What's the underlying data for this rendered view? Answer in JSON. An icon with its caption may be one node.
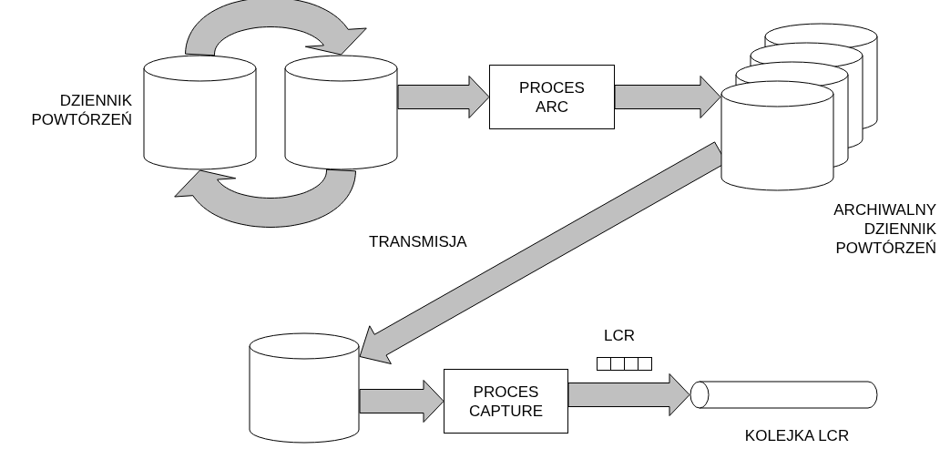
{
  "diagram": {
    "nodes": [
      {
        "text": [],
        "shape": "cylinder",
        "beside": [
          "DZIENNIK POWTÓRZEŃ"
        ]
      },
      {
        "text": [],
        "shape": "cylinder"
      },
      {
        "text": [
          "PROCES ARC"
        ]
      },
      {
        "text": [],
        "shape": "cylinder",
        "beside": [
          "ARCHIWALNY DZIENNIK POWTÓRZEŃ"
        ]
      },
      {
        "text": [],
        "shape": "cylinder"
      },
      {
        "text": [
          "PROCES CAPTURE"
        ]
      },
      {
        "text": [],
        "shape": "cylinder",
        "beside": [
          "KOLEJKA LCR"
        ]
      }
    ],
    "edges": [
      {
        "from": 0,
        "to": 1,
        "arrow": "to"
      },
      {
        "from": 1,
        "to": 0,
        "arrow": "to"
      },
      {
        "from": 1,
        "to": 2,
        "arrow": "to"
      },
      {
        "from": 2,
        "to": 3,
        "arrow": "to"
      },
      {
        "from": 3,
        "to": 4,
        "arrow": "to",
        "label": "TRANSMISJA"
      },
      {
        "from": 4,
        "to": 5,
        "arrow": "to"
      },
      {
        "from": 5,
        "to": 6,
        "arrow": "to",
        "label": "LCR"
      }
    ]
  }
}
